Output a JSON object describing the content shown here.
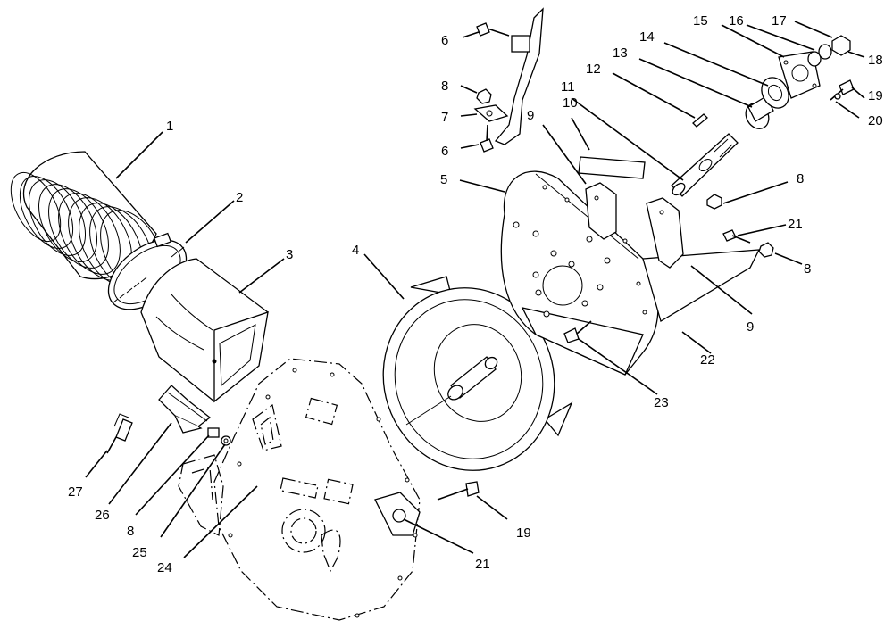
{
  "callouts": [
    {
      "text": "1"
    },
    {
      "text": "2"
    },
    {
      "text": "3"
    },
    {
      "text": "4"
    },
    {
      "text": "5"
    },
    {
      "text": "6"
    },
    {
      "text": "8"
    },
    {
      "text": "7"
    },
    {
      "text": "6"
    },
    {
      "text": "9"
    },
    {
      "text": "10"
    },
    {
      "text": "11"
    },
    {
      "text": "12"
    },
    {
      "text": "13"
    },
    {
      "text": "14"
    },
    {
      "text": "15"
    },
    {
      "text": "16"
    },
    {
      "text": "17"
    },
    {
      "text": "18"
    },
    {
      "text": "19"
    },
    {
      "text": "20"
    },
    {
      "text": "8"
    },
    {
      "text": "21"
    },
    {
      "text": "8"
    },
    {
      "text": "9"
    },
    {
      "text": "22"
    },
    {
      "text": "23"
    },
    {
      "text": "27"
    },
    {
      "text": "26"
    },
    {
      "text": "8"
    },
    {
      "text": "25"
    },
    {
      "text": "24"
    },
    {
      "text": "19"
    },
    {
      "text": "21"
    }
  ]
}
